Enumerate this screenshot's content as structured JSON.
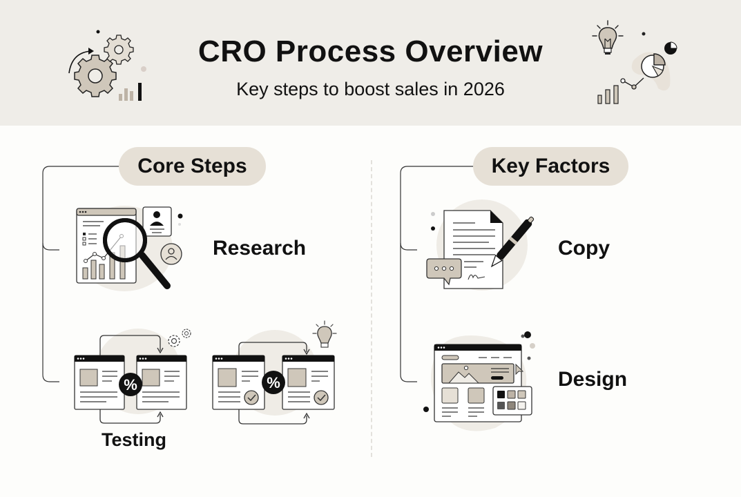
{
  "header": {
    "title": "CRO Process Overview",
    "subtitle": "Key steps to boost sales in 2026",
    "left_icons": [
      "gears-icon",
      "rotate-arrow-icon",
      "bar-chart-icon"
    ],
    "right_icons": [
      "lightbulb-icon",
      "pie-chart-icon",
      "line-chart-icon",
      "bar-chart-icon"
    ]
  },
  "sections": [
    {
      "heading": "Core Steps",
      "items": [
        {
          "label": "Research",
          "icon": "magnifier-analytics-icon"
        },
        {
          "label": "Testing",
          "icon": "ab-test-icon"
        }
      ]
    },
    {
      "heading": "Key Factors",
      "items": [
        {
          "label": "Copy",
          "icon": "document-pen-icon"
        },
        {
          "label": "Design",
          "icon": "web-layout-palette-icon"
        }
      ]
    }
  ],
  "colors": {
    "header_bg": "#efede8",
    "pill_bg": "#e6e0d6",
    "accent_beige": "#cfc7ba",
    "blob": "#efece6",
    "ink": "#111111",
    "page_bg": "#fdfdfb"
  },
  "testing_symbol": "%"
}
